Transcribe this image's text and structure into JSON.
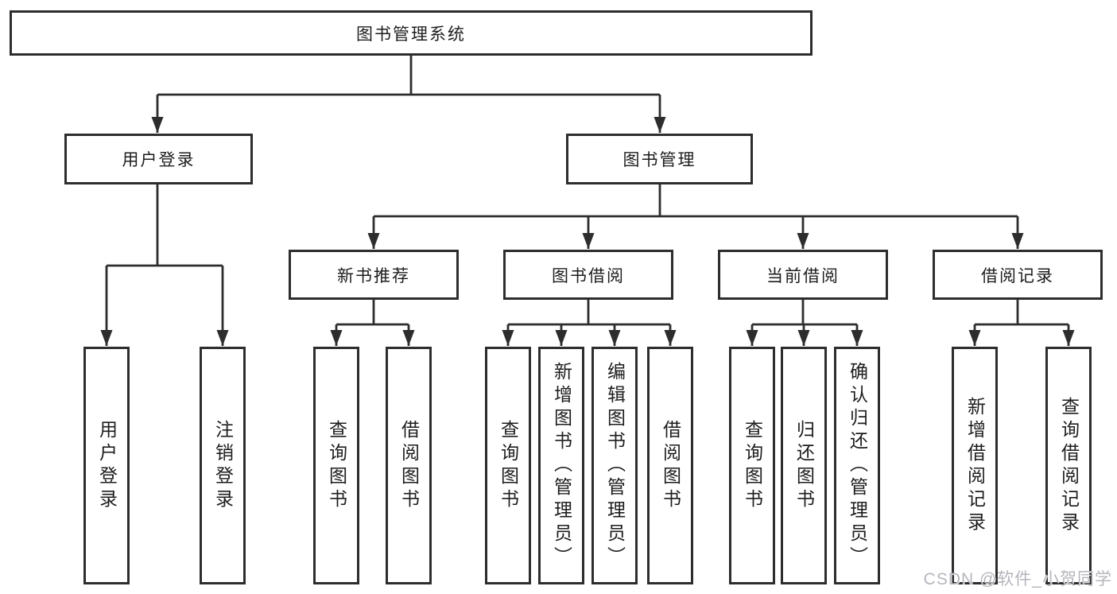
{
  "watermark": "CSDN @软件_小贺同学",
  "tree": {
    "root": "图书管理系统",
    "user_login": {
      "label": "用户登录",
      "children": [
        "用户登录",
        "注销登录"
      ]
    },
    "book_management": {
      "label": "图书管理",
      "sections": {
        "new_book_recommend": {
          "label": "新书推荐",
          "children": [
            "查询图书",
            "借阅图书"
          ]
        },
        "book_borrow": {
          "label": "图书借阅",
          "children": [
            "查询图书",
            "新增图书（管理员）",
            "编辑图书（管理员）",
            "借阅图书"
          ]
        },
        "current_borrow": {
          "label": "当前借阅",
          "children": [
            "查询图书",
            "归还图书",
            "确认归还（管理员）"
          ]
        },
        "borrow_records": {
          "label": "借阅记录",
          "children": [
            "新增借阅记录",
            "查询借阅记录"
          ]
        }
      }
    }
  }
}
